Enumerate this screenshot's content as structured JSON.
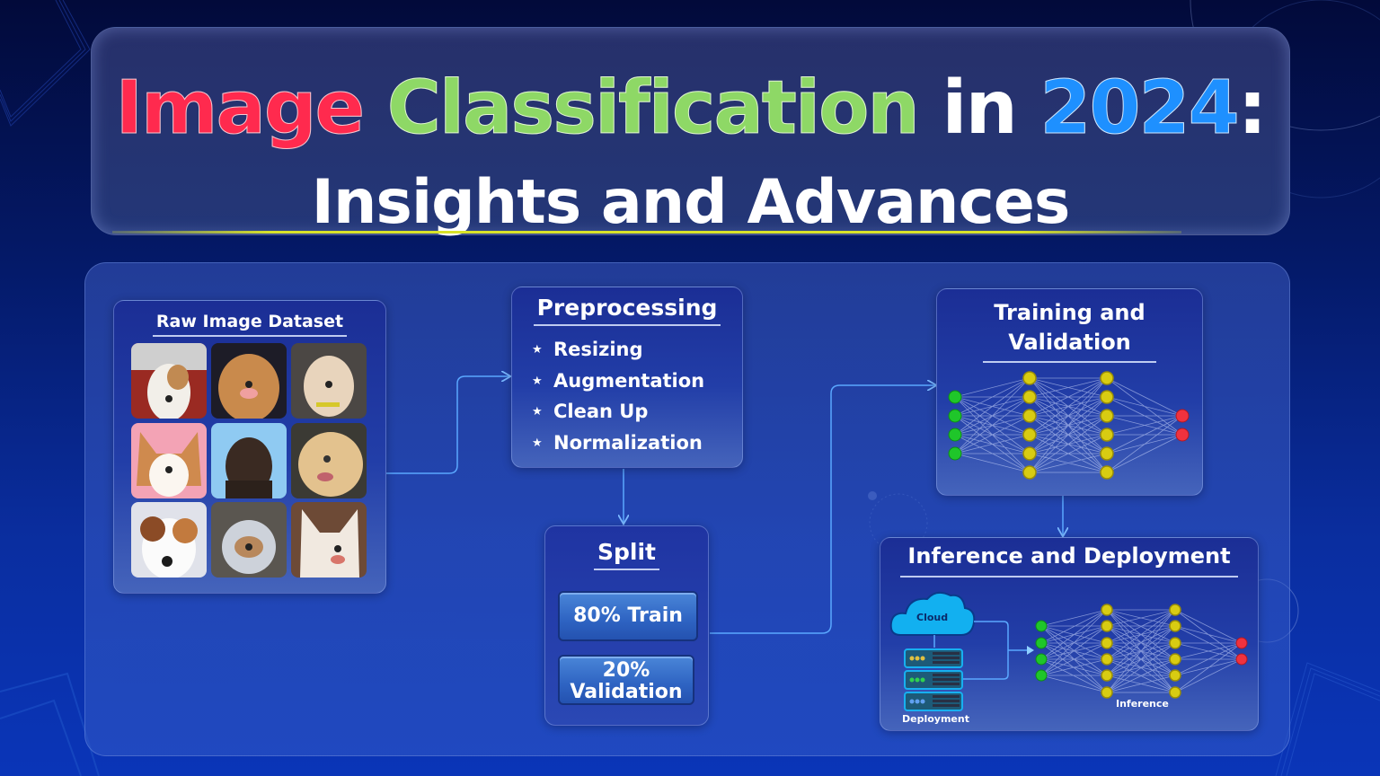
{
  "title": {
    "line1": [
      {
        "text": "Image",
        "color": "#ff2a4e"
      },
      {
        "text": "Classification",
        "color": "#8ed866"
      },
      {
        "text": "in",
        "color": "#ffffff"
      },
      {
        "text": "2024",
        "color": "#1e90ff"
      },
      {
        "text": ":",
        "color": "#ffffff"
      }
    ],
    "line2": "Insights and Advances"
  },
  "raw_dataset": {
    "title": "Raw Image Dataset",
    "images": [
      {
        "label": "jack-russell-red-background",
        "bg": "#9a2a22"
      },
      {
        "label": "golden-retriever-dark-background",
        "bg": "#1d1c27"
      },
      {
        "label": "cream-poodle-mix-grey-background",
        "bg": "#4b4744"
      },
      {
        "label": "corgi-pink-background",
        "bg": "#f3a3b5"
      },
      {
        "label": "chocolate-labrador-blue-background",
        "bg": "#8fcaf2"
      },
      {
        "label": "yellow-labrador-dark-background",
        "bg": "#3b3a34"
      },
      {
        "label": "jack-russell-white-background",
        "bg": "#e0e2ea"
      },
      {
        "label": "yorkshire-terrier-outdoor",
        "bg": "#5a5650"
      },
      {
        "label": "white-shepherd-brown-background",
        "bg": "#6d4a36"
      }
    ]
  },
  "preprocessing": {
    "title": "Preprocessing",
    "bullet_icon": "★",
    "items": [
      "Resizing",
      "Augmentation",
      "Clean Up",
      "Normalization"
    ]
  },
  "split": {
    "title": "Split",
    "train_label": "80% Train",
    "validation_label_line1": "20%",
    "validation_label_line2": "Validation"
  },
  "training": {
    "title_line1": "Training and",
    "title_line2": "Validation",
    "network_layers": [
      4,
      6,
      6,
      2
    ]
  },
  "inference": {
    "title": "Inference and Deployment",
    "cloud_label": "Cloud",
    "deployment_label": "Deployment",
    "inference_label": "Inference",
    "network_layers": [
      4,
      6,
      6,
      2
    ]
  },
  "colors": {
    "input_node": "#1fc62a",
    "hidden_node": "#d8cc12",
    "output_node": "#f0323e",
    "connector": "#5aa8ff",
    "title_underline": "#d9e22a"
  }
}
